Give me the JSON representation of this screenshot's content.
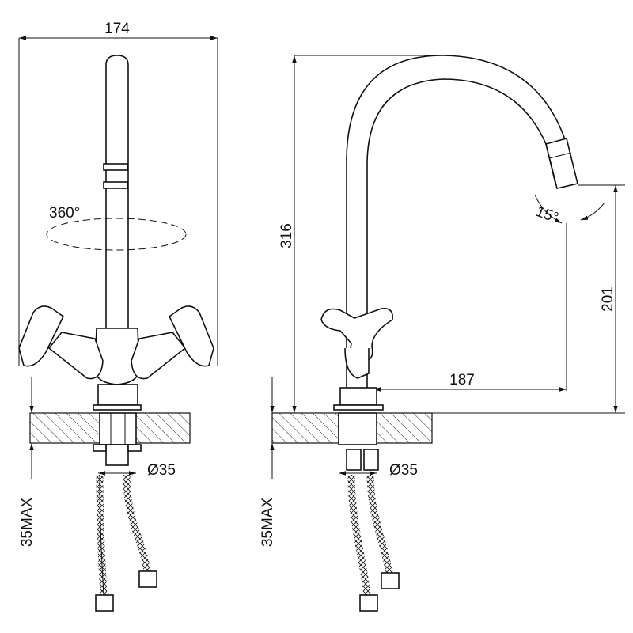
{
  "labels": {
    "width_174": "174",
    "rotation_360": "360°",
    "diameter_left": "Ø35",
    "max_left": "35MAX",
    "height_316": "316",
    "angle_15": "15°",
    "height_201": "201",
    "reach_187": "187",
    "diameter_right": "Ø35",
    "max_right": "35MAX"
  },
  "colors": {
    "ink": "#111111",
    "paper": "#ffffff"
  }
}
